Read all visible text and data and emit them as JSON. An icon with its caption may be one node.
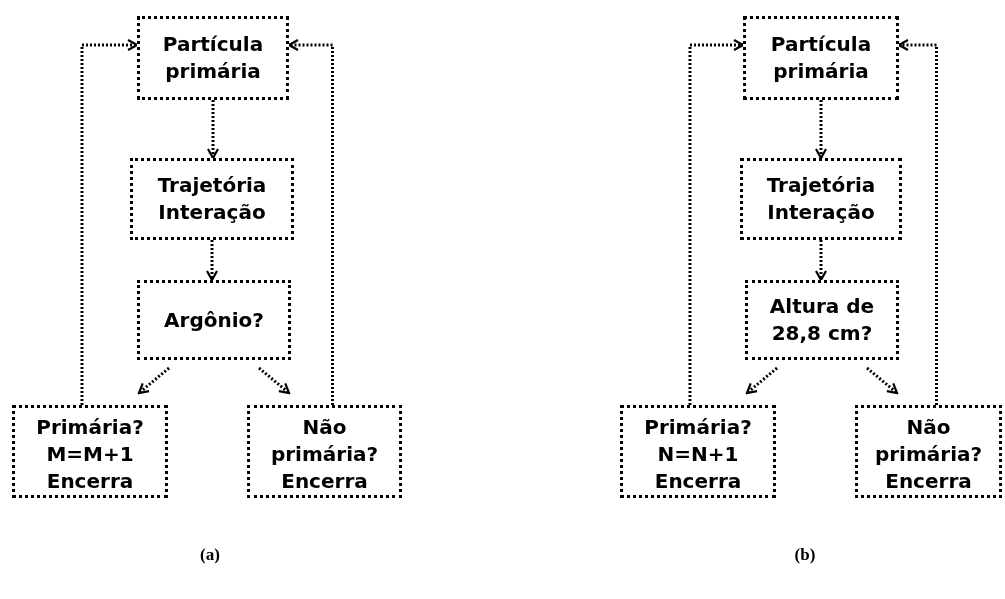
{
  "diagram": {
    "nodes": [
      {
        "text": [
          "Partícula primária"
        ]
      },
      {
        "text": [
          "Trajetória Interação"
        ]
      },
      {
        "text": [
          "Argônio?"
        ]
      },
      {
        "text": [
          "Primária? M=M+1",
          "Encerra"
        ]
      },
      {
        "text": [
          "Não primária?",
          "Encerra"
        ]
      },
      {
        "text": [
          "Partícula primária"
        ]
      },
      {
        "text": [
          "Trajetória Interação"
        ]
      },
      {
        "text": [
          "Altura de 28,8 cm?"
        ]
      },
      {
        "text": [
          "Primária? N=N+1",
          "Encerra"
        ]
      },
      {
        "text": [
          "Não primária?",
          "Encerra"
        ]
      }
    ],
    "edges": [
      {
        "from": 0,
        "to": 1,
        "arrow": "to"
      },
      {
        "from": 1,
        "to": 2,
        "arrow": "to"
      },
      {
        "from": 2,
        "to": 3,
        "arrow": "to"
      },
      {
        "from": 2,
        "to": 4,
        "arrow": "to"
      },
      {
        "from": 3,
        "to": 0,
        "arrow": "to"
      },
      {
        "from": 4,
        "to": 0,
        "arrow": "to"
      },
      {
        "from": 5,
        "to": 6,
        "arrow": "to"
      },
      {
        "from": 6,
        "to": 7,
        "arrow": "to"
      },
      {
        "from": 7,
        "to": 8,
        "arrow": "to"
      },
      {
        "from": 7,
        "to": 9,
        "arrow": "to"
      },
      {
        "from": 8,
        "to": 5,
        "arrow": "to"
      },
      {
        "from": 9,
        "to": 5,
        "arrow": "to"
      }
    ],
    "labels": [
      "(a)",
      "(b)"
    ]
  }
}
